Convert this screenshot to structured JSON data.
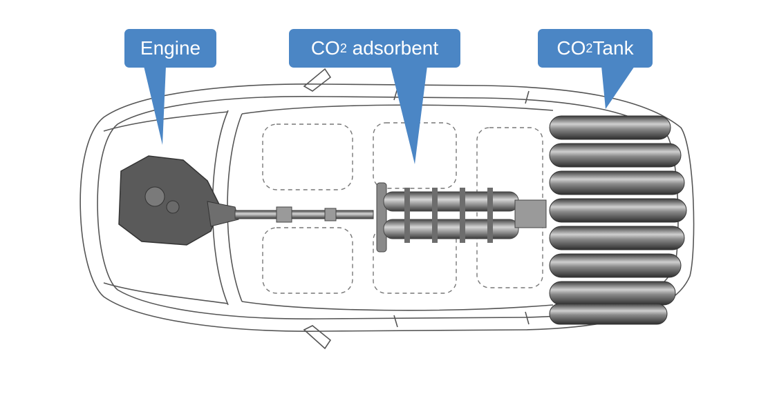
{
  "labels": {
    "engine": {
      "text": "Engine"
    },
    "adsorbent": {
      "prefix": "CO",
      "subscript": "2",
      "suffix": " adsorbent"
    },
    "tank": {
      "prefix": "CO",
      "subscript": "2",
      "suffix": "Tank"
    }
  },
  "colors": {
    "callout": "#4b86c5",
    "callout_text": "#ffffff",
    "car_outline": "#555555",
    "cylinder_dark": "#3a3a3a",
    "cylinder_light": "#cfcfcf"
  },
  "components": {
    "tank_count": 8
  }
}
